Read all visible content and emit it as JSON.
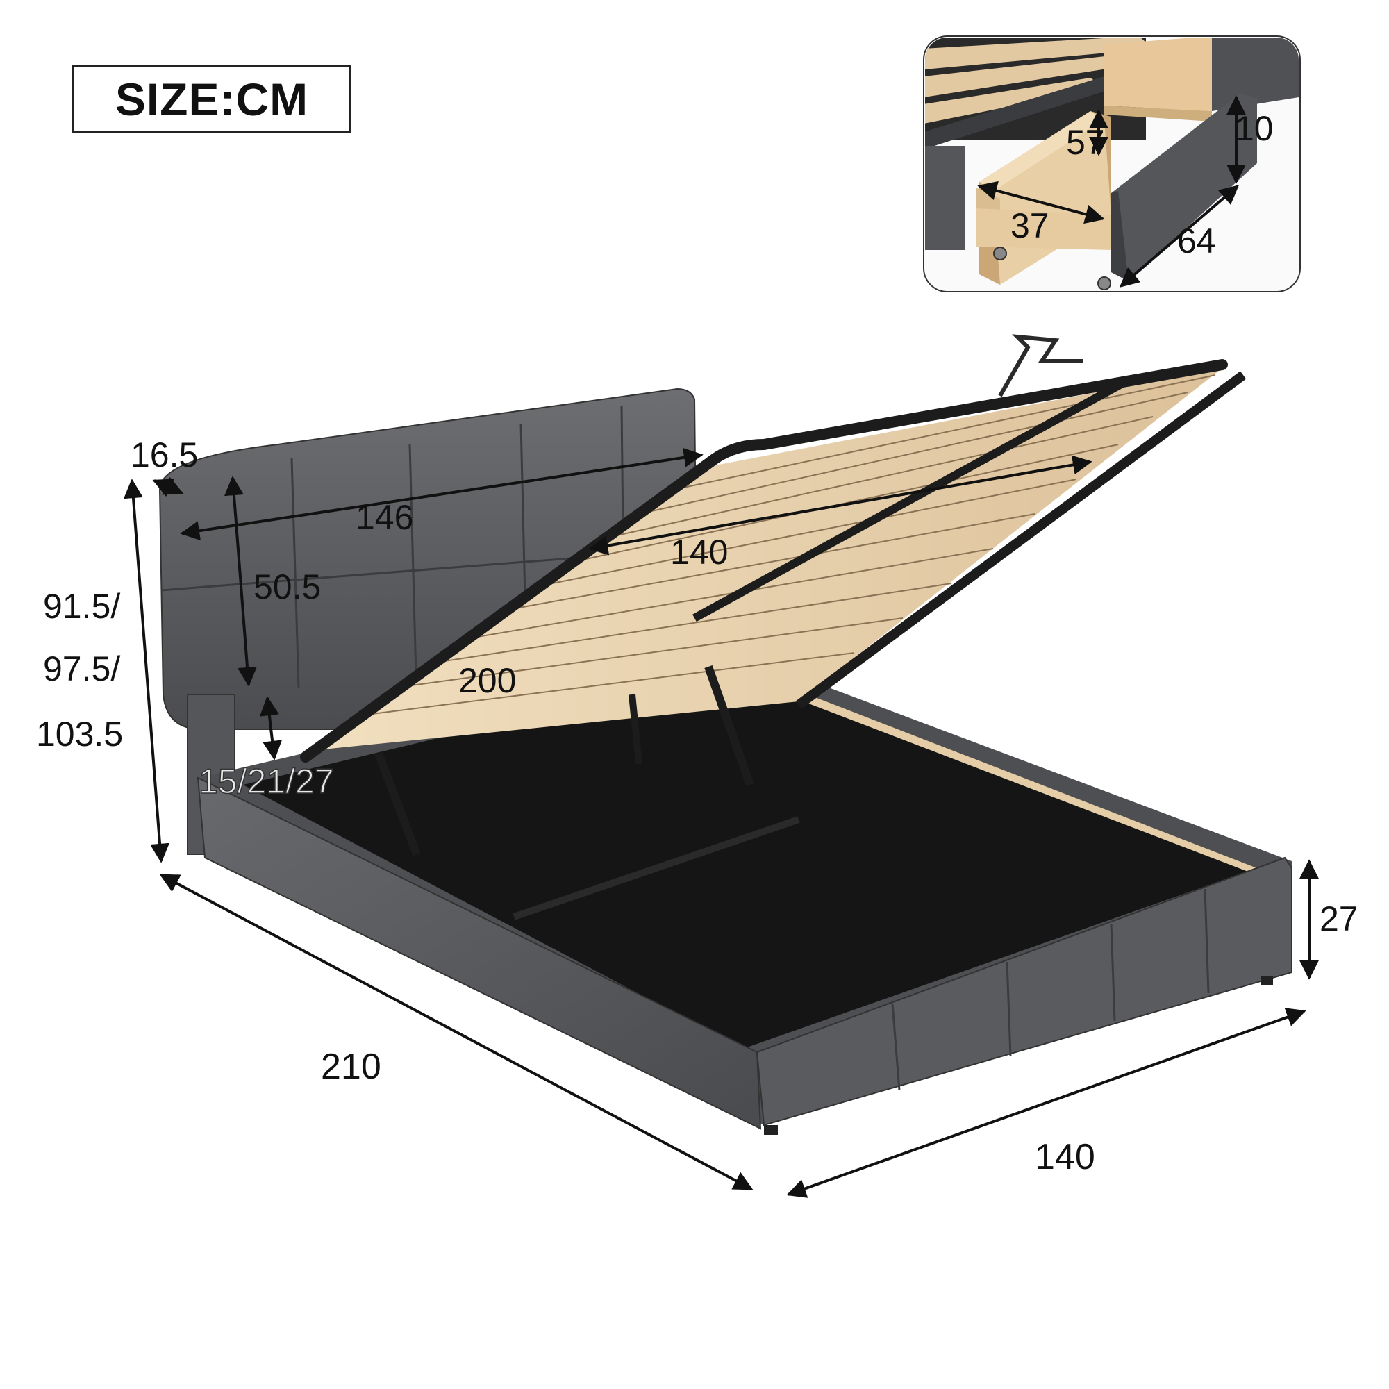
{
  "size_label": "SIZE:CM",
  "drawer_inset": {
    "dimensions": {
      "drawer_depth": "57",
      "drawer_height": "10",
      "drawer_width": "37",
      "drawer_length": "64"
    }
  },
  "bed": {
    "dimensions": {
      "headboard_thickness": "16.5",
      "headboard_width": "146",
      "headboard_height": "50.5",
      "slat_width": "140",
      "slat_length": "200",
      "total_height_1": "91.5/",
      "total_height_2": "97.5/",
      "total_height_3": "103.5",
      "leg_gap": "15/21/27",
      "frame_height": "27",
      "total_length": "210",
      "total_width": "140"
    }
  },
  "colors": {
    "upholstery": "#5c5d60",
    "upholstery_dark": "#3e3f42",
    "slat_wood": "#e9d3b0",
    "storage_interior": "#141414",
    "metal_frame": "#1c1c1c",
    "line": "#111111"
  }
}
